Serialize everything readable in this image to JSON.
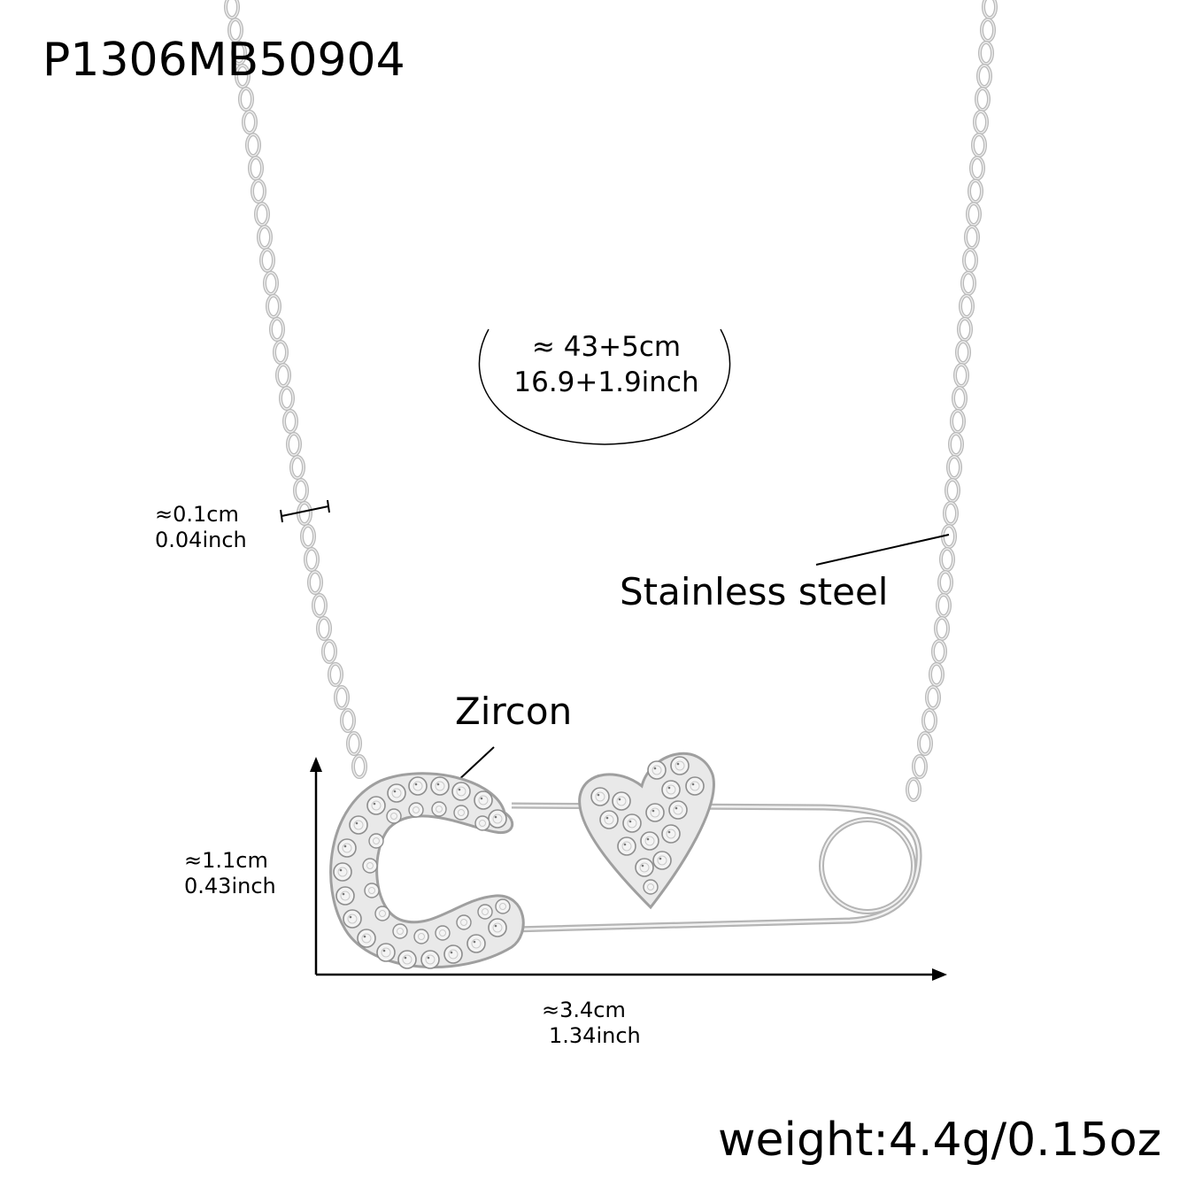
{
  "product": {
    "sku": "P1306MB50904"
  },
  "annotations": {
    "chain_length": {
      "cm": "≈ 43+5cm",
      "inch": "16.9+1.9inch"
    },
    "link_width": {
      "cm": "≈0.1cm",
      "inch": "0.04inch"
    },
    "material_label": "Stainless steel",
    "stone_label": "Zircon",
    "pendant_height": {
      "cm": "≈1.1cm",
      "inch": "0.43inch"
    },
    "pendant_width": {
      "cm": "≈3.4cm",
      "inch": "1.34inch"
    },
    "weight": "weight:4.4g/0.15oz"
  },
  "colors": {
    "text": "#000000",
    "background": "#ffffff",
    "metal": "#c8c8c8",
    "metal_dark": "#8a8a8a"
  }
}
